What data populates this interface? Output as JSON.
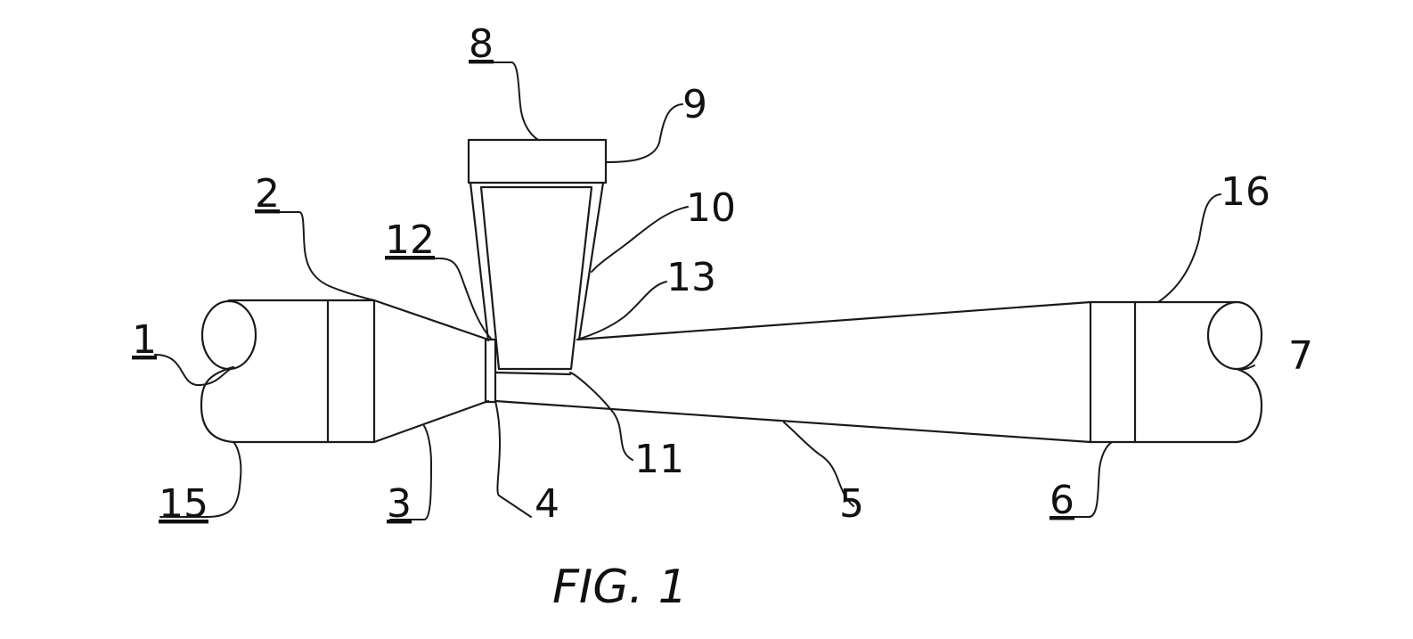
{
  "caption": "FIG. 1",
  "labels": {
    "l1": "1",
    "l2": "2",
    "l3": "3",
    "l4": "4",
    "l5": "5",
    "l6": "6",
    "l7": "7",
    "l8": "8",
    "l9": "9",
    "l10": "10",
    "l11": "11",
    "l12": "12",
    "l13": "13",
    "l15": "15",
    "l16": "16"
  },
  "underlined_labels": [
    "1",
    "2",
    "3",
    "6",
    "8",
    "12",
    "15"
  ]
}
